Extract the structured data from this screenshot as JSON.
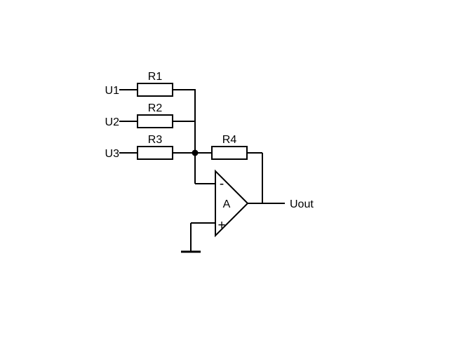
{
  "colors": {
    "line": "#000000",
    "background": "#ffffff",
    "component_fill": "#ffffff"
  },
  "circuit": {
    "kind": "inverting-summing-amplifier",
    "inputs": [
      {
        "label": "U1",
        "resistor": "R1"
      },
      {
        "label": "U2",
        "resistor": "R2"
      },
      {
        "label": "U3",
        "resistor": "R3"
      }
    ],
    "feedback": {
      "resistor": "R4"
    },
    "opamp": {
      "label": "A",
      "inverting_sign": "-",
      "noninverting_sign": "+"
    },
    "output": {
      "label": "Uout"
    }
  }
}
